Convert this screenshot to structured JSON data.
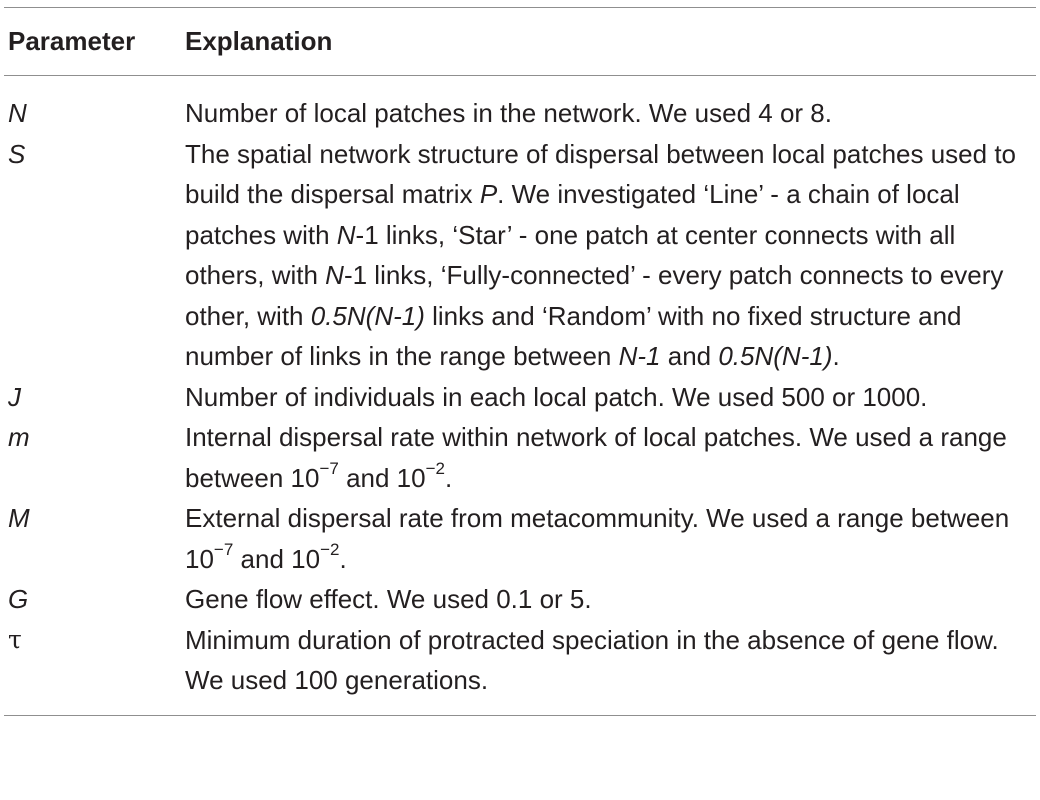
{
  "headers": {
    "param": "Parameter",
    "explanation": "Explanation"
  },
  "rows": [
    {
      "param": "N",
      "parts": [
        "Number of local patches in the network. We used 4 or 8."
      ]
    },
    {
      "param": "S",
      "parts": [
        "The spatial network structure of dispersal between local patches used to build the dispersal matrix ",
        "P",
        ". We investigated ‘Line’ - a chain of local patches with ",
        "N",
        "-1 links, ‘Star’ - one patch at center connects with all others, with ",
        "N",
        "-1 links, ‘Fully-connected’ - every patch connects to every other, with ",
        "0.5N(N-1)",
        " links and ‘Random’ with no fixed structure and number of links in the range between ",
        "N-1",
        " and ",
        "0.5N(N-1)",
        "."
      ]
    },
    {
      "param": "J",
      "parts": [
        "Number of individuals in each local patch. We used 500 or 1000."
      ]
    },
    {
      "param": "m",
      "parts": [
        "Internal dispersal rate within network of local patches. We used a range between 10",
        "−7",
        " and 10",
        "−2",
        "."
      ]
    },
    {
      "param": "M",
      "parts": [
        "External dispersal rate from metacommunity. We used a range between 10",
        "−7",
        " and 10",
        "−2",
        "."
      ]
    },
    {
      "param": "G",
      "parts": [
        "Gene flow effect. We used 0.1 or 5."
      ]
    },
    {
      "param": "τ",
      "parts": [
        "Minimum duration of protracted speciation in the absence of gene flow. We used 100 generations."
      ]
    }
  ]
}
